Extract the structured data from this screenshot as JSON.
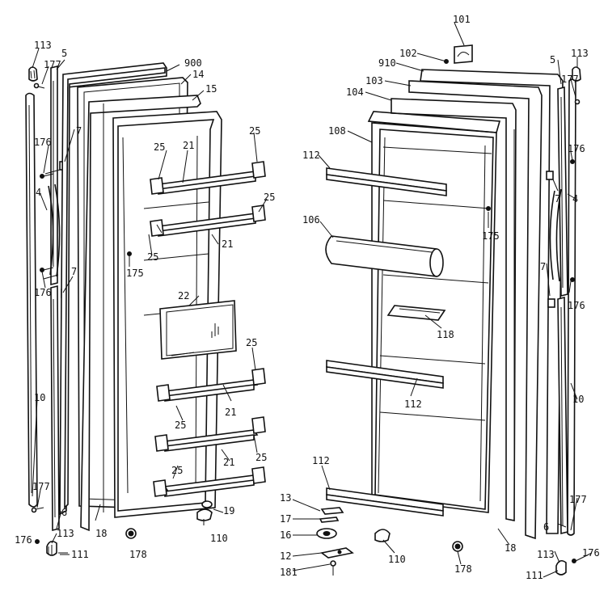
{
  "labels": {
    "l_113a": "113",
    "l_5a": "5",
    "l_177a": "177",
    "l_900": "900",
    "l_14": "14",
    "l_15": "15",
    "l_7a": "7",
    "l_176a": "176",
    "l_4a": "4",
    "l_25a": "25",
    "l_21a": "21",
    "l_25b": "25",
    "l_25c": "25",
    "l_21b": "21",
    "l_25d": "25",
    "l_175a": "175",
    "l_176b": "176",
    "l_7b": "7",
    "l_22": "22",
    "l_10a": "10",
    "l_25e": "25",
    "l_21c": "21",
    "l_25f": "25",
    "l_21d": "21",
    "l_25g": "25",
    "l_25h": "25",
    "l_177b": "177",
    "l_6a": "6",
    "l_19": "19",
    "l_18a": "18",
    "l_176c": "176",
    "l_113b": "113",
    "l_111a": "111",
    "l_110a": "110",
    "l_178a": "178",
    "l_101": "101",
    "l_102": "102",
    "l_910": "910",
    "l_103": "103",
    "l_104": "104",
    "l_108": "108",
    "l_112a": "112",
    "l_106": "106",
    "l_175b": "175",
    "l_118": "118",
    "l_112b": "112",
    "l_112c": "112",
    "l_113c": "113",
    "l_5b": "5",
    "l_177c": "177",
    "l_176d": "176",
    "l_7c": "7",
    "l_4b": "4",
    "l_7d": "7",
    "l_176e": "176",
    "l_10b": "10",
    "l_177d": "177",
    "l_6b": "6",
    "l_18b": "18",
    "l_113d": "113",
    "l_176f": "176",
    "l_111b": "111",
    "l_13": "13",
    "l_17": "17",
    "l_16": "16",
    "l_12": "12",
    "l_181": "181",
    "l_110b": "110",
    "l_178b": "178"
  }
}
